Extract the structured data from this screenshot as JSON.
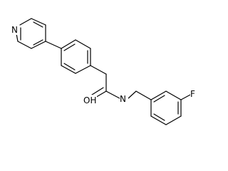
{
  "labels": {
    "pyridine_n": "N",
    "amide_o": "OH",
    "amide_n": "N",
    "fluorine": "F"
  }
}
